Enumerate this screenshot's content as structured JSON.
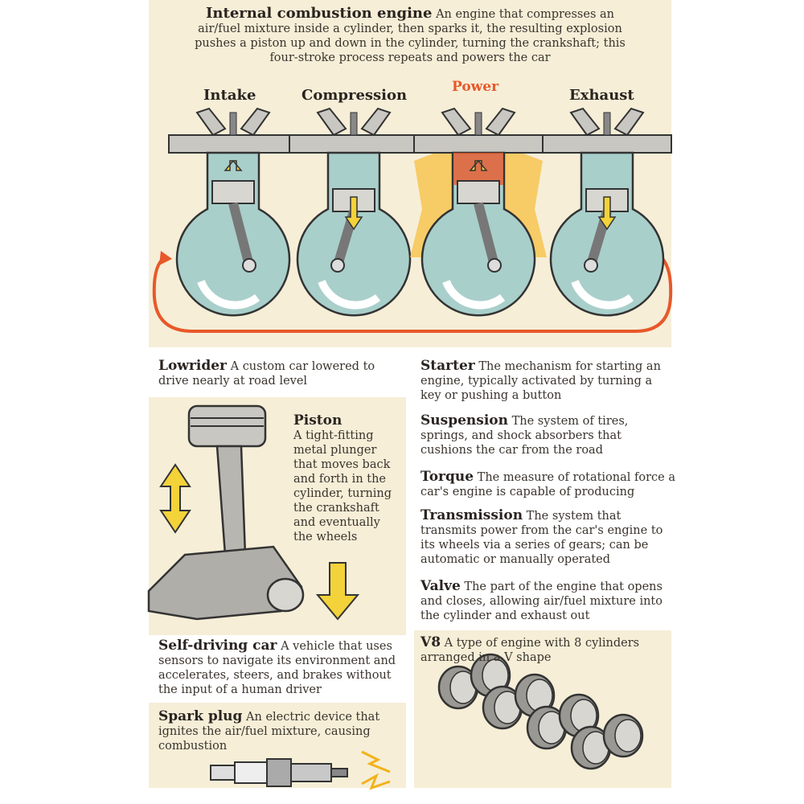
{
  "intro": {
    "term": "Internal combustion engine",
    "definition": "An engine that compresses an air/fuel mixture inside a cylinder, then sparks it, the resulting explosion pushes a piston up and down in the cylinder, turning the crankshaft; this four-stroke process repeats and powers the car"
  },
  "stages": [
    "Intake",
    "Compression",
    "Power",
    "Exhaust"
  ],
  "glossary": {
    "lowrider": {
      "term": "Lowrider",
      "definition": "A custom car lowered to drive nearly at road level"
    },
    "piston": {
      "term": "Piston",
      "definition": "A tight-fitting metal plunger that moves back and forth in the cylinder, turning the crankshaft and eventually the wheels"
    },
    "self_driving": {
      "term": "Self-driving car",
      "definition": "A vehicle that uses sensors to navigate its environment and accelerates, steers, and brakes without the input of a human driver"
    },
    "spark_plug": {
      "term": "Spark plug",
      "definition": "An electric device that ignites the air/fuel mixture, causing combustion"
    },
    "starter": {
      "term": "Starter",
      "definition": "The mechanism for starting an engine, typically activated by turning a key or pushing a button"
    },
    "suspension": {
      "term": "Suspension",
      "definition": "The system of tires, springs, and shock absorbers that cushions the car from the road"
    },
    "torque": {
      "term": "Torque",
      "definition": "The measure of rotational force a car's engine is capable of producing"
    },
    "transmission": {
      "term": "Transmission",
      "definition": "The system that transmits power from the car's engine to its wheels via a series of gears; can be automatic or manually operated"
    },
    "valve": {
      "term": "Valve",
      "definition": "The part of the engine that opens and closes, allowing air/fuel mixture into the cylinder and exhaust out"
    },
    "v8": {
      "term": "V8",
      "definition": "A type of engine with 8 cylinders arranged in a V shape"
    }
  },
  "colors": {
    "panel": "#f6eed7",
    "cylinder": "#a9cfcb",
    "arrow": "#f3d23a",
    "cycle": "#e8582a",
    "power": "#e8582a"
  }
}
